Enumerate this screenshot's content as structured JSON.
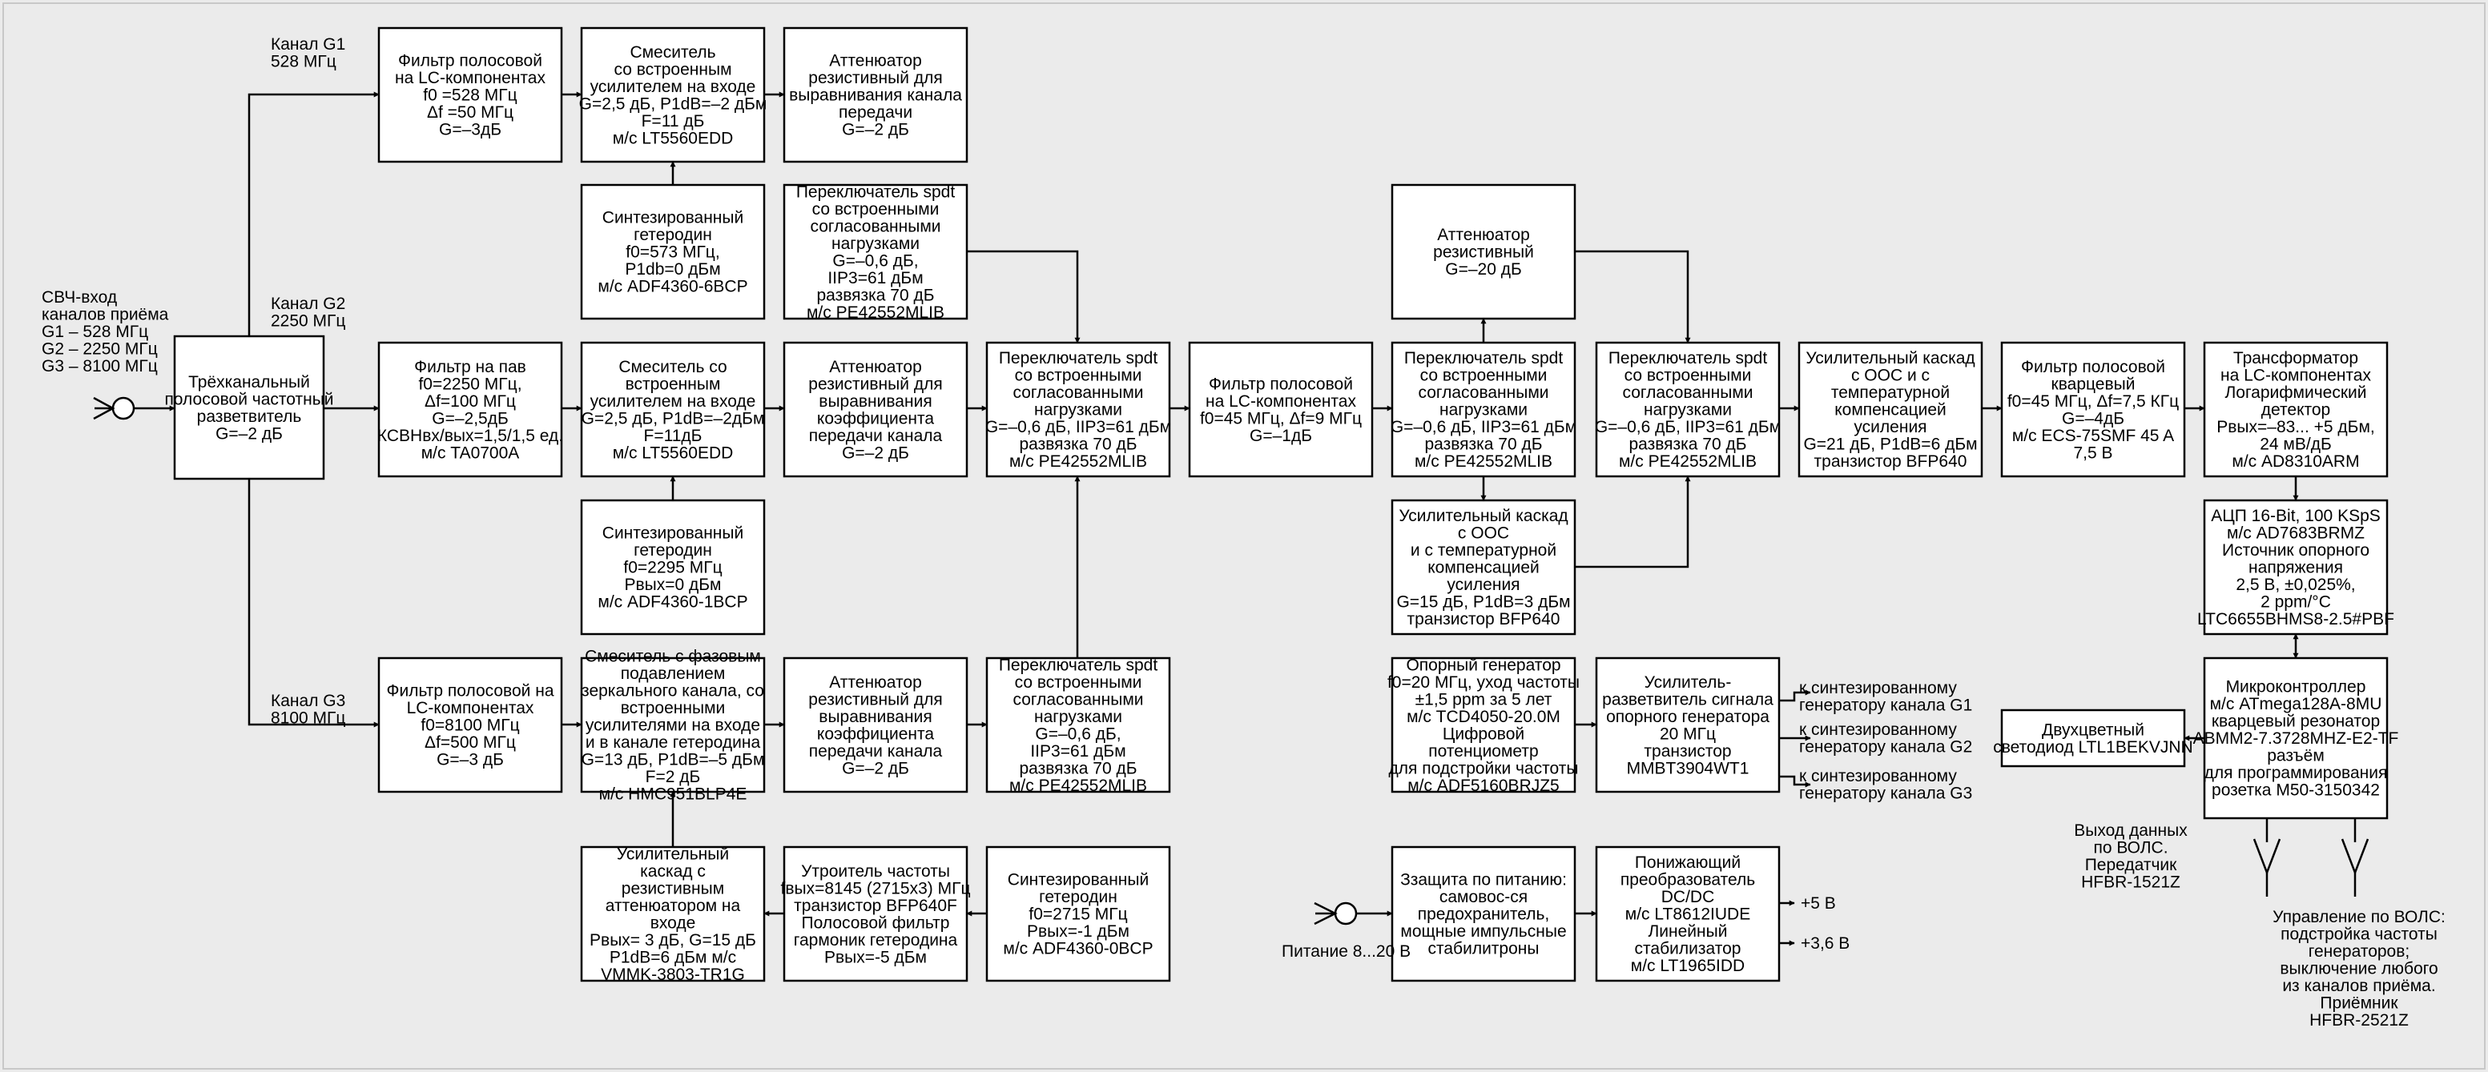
{
  "colors": {
    "background": "#ebebeb",
    "box_fill": "#ffffff",
    "line": "#000000"
  },
  "input": {
    "lines": [
      "СВЧ-вход",
      "каналов приёма",
      "G1 – 528 МГц",
      "G2 – 2250 МГц",
      "G3 – 8100 МГц"
    ]
  },
  "channels": {
    "g1": [
      "Канал G1",
      "528 МГц"
    ],
    "g2": [
      "Канал G2",
      "2250 МГц"
    ],
    "g3": [
      "Канал G3",
      "8100 МГц"
    ]
  },
  "power_label": "Питание 8...20 В",
  "data_out": [
    "Выход данных",
    "по ВОЛС.",
    "Передатчик",
    "HFBR-1521Z"
  ],
  "control": [
    "Управление по ВОЛС:",
    "подстройка частоты",
    "генераторов;",
    "выключение любого",
    "из каналов приёма.",
    "Приёмник",
    "HFBR-2521Z"
  ],
  "outputs": {
    "ch1": [
      "к синтезированному",
      "генератору канала G1"
    ],
    "ch2": [
      "к синтезированному",
      "генератору канала G2"
    ],
    "ch3": [
      "к синтезированному",
      "генератору канала G3"
    ],
    "v5": "+5 В",
    "v36": "+3,6 В"
  },
  "blocks": {
    "splitter": [
      "Трёхканальный",
      "полосовой частотный",
      "разветвитель",
      "G=–2 дБ"
    ],
    "filt_g1": [
      "Фильтр полосовой",
      "на LC-компонентах",
      "f0 =528 МГц",
      "Δf =50 МГц",
      "G=–3дБ"
    ],
    "mix_g1": [
      "Смеситель",
      "со встроенным",
      "усилителем на входе",
      "G=2,5 дБ, P1dB=–2 дБм",
      "F=11 дБ",
      "м/с LT5560EDD"
    ],
    "att_g1": [
      "Аттенюатор",
      "резистивный для",
      "выравнивания канала",
      "передачи",
      "G=–2 дБ"
    ],
    "lo_g1": [
      "Синтезированный",
      "гетеродин",
      "f0=573 МГц,",
      "P1db=0 дБм",
      "м/с ADF4360-6BCP"
    ],
    "sw_top": [
      "Переключатель spdt",
      "со встроенными",
      "согласованными",
      "нагрузками",
      "G=–0,6 дБ,",
      "IIP3=61 дБм",
      "развязка 70 дБ",
      "м/с PE42552MLIB"
    ],
    "filt_g2": [
      "Фильтр на пав",
      "f0=2250 МГц,",
      "Δf=100 МГц",
      "G=–2,5дБ",
      "КСВНвх/вых=1,5/1,5 ед.",
      "м/с TA0700A"
    ],
    "mix_g2": [
      "Смеситель со",
      "встроенным",
      "усилителем на входе",
      "G=2,5 дБ, P1dB=–2дБм",
      "F=11дБ",
      "м/с LT5560EDD"
    ],
    "att_g2": [
      "Аттенюатор",
      "резистивный для",
      "выравнивания",
      "коэффициента",
      "передачи канала",
      "G=–2 дБ"
    ],
    "lo_g2": [
      "Синтезированный",
      "гетеродин",
      "f0=2295 МГц",
      "Pвых=0 дБм",
      "м/с ADF4360-1BCP"
    ],
    "sw_mid": [
      "Переключатель spdt",
      "со встроенными",
      "согласованными",
      "нагрузками",
      "G=–0,6 дБ, IIP3=61 дБм",
      "развязка 70 дБ",
      "м/с PE42552MLIB"
    ],
    "filt_if": [
      "Фильтр полосовой",
      "на LC-компонентах",
      "f0=45 МГц, Δf=9 МГц",
      "G=–1дБ"
    ],
    "att_top": [
      "Аттенюатор",
      "резистивный",
      "G=–20 дБ"
    ],
    "sw_a": [
      "Переключатель spdt",
      "со встроенными",
      "согласованными",
      "нагрузками",
      "G=–0,6 дБ, IIP3=61 дБм",
      "развязка 70 дБ",
      "м/с PE42552MLIB"
    ],
    "amp_ooc": [
      "Усилительный каскад",
      "с ООС",
      "и с температурной",
      "компенсацией",
      "усиления",
      "G=15 дБ, P1dB=3 дБм",
      "транзистор BFP640"
    ],
    "sw_b": [
      "Переключатель spdt",
      "со встроенными",
      "согласованными",
      "нагрузками",
      "G=–0,6 дБ, IIP3=61 дБм",
      "развязка 70 дБ",
      "м/с PE42552MLIB"
    ],
    "amp2": [
      "Усилительный каскад",
      "с ООС и с",
      "температурной",
      "компенсацией",
      "усиления",
      "G=21 дБ, P1dB=6 дБм",
      "транзистор BFP640"
    ],
    "filt_q": [
      "Фильтр полосовой",
      "кварцевый",
      "f0=45 МГц, Δf=7,5 КГц",
      "G=–4дБ",
      "м/с ECS-75SMF 45 A",
      "7,5 B"
    ],
    "detector": [
      "Трансформатор",
      "на LC-компонентах",
      "Логарифмический",
      "детектор",
      "Pвых=–83... +5 дБм,",
      "24 мВ/дБ",
      "м/с AD8310ARM"
    ],
    "adc": [
      "АЦП 16-Bit, 100 KSpS",
      "м/с AD7683BRMZ",
      "Источник опорного",
      "напряжения",
      "2,5 В, ±0,025%,",
      "2 ppm/°С",
      "LTC6655BHMS8-2.5#PBF"
    ],
    "filt_g3": [
      "Фильтр полосовой на",
      "LC-компонентах",
      "f0=8100 МГц",
      "Δf=500 МГц",
      "G=–3 дБ"
    ],
    "mix_g3": [
      "Смеситель с фазовым",
      "подавлением",
      "зеркального канала, со",
      "встроенными",
      "усилителями на входе",
      "и в канале гетеродина",
      "G=13 дБ, P1dB=–5 дБм",
      "F=2 дБ",
      "м/с HMC951BLP4E"
    ],
    "att_g3": [
      "Аттенюатор",
      "резистивный для",
      "выравнивания",
      "коэффициента",
      "передачи канала",
      "G=–2 дБ"
    ],
    "sw_g3": [
      "Переключатель spdt",
      "со встроенными",
      "согласованными",
      "нагрузками",
      "G=–0,6 дБ,",
      "IIP3=61 дБм",
      "развязка 70 дБ",
      "м/с PE42552MLIB"
    ],
    "amp_lo3": [
      "Усилительный",
      "каскад с",
      "резистивным",
      "аттенюатором на",
      "входе",
      "Pвых= 3 дБ, G=15 дБ",
      "P1dB=6 дБм м/с",
      "VMMK-3803-TR1G"
    ],
    "tripler": [
      "Утроитель частоты",
      "fвых=8145 (2715x3) МГц",
      "транзистор BFP640F",
      "Полосовой фильтр",
      "гармоник гетеродина",
      "Pвых=-5 дБм"
    ],
    "lo_g3": [
      "Синтезированный",
      "гетеродин",
      "f0=2715 МГц",
      "Pвых=-1 дБм",
      "м/с ADF4360-0BCP"
    ],
    "ref_osc": [
      "Опорный генератор",
      "f0=20 МГц, уход частоты",
      "±1,5 ppm за 5 лет",
      "м/с TCD4050-20.0M",
      "Цифровой",
      "потенциометр",
      "для подстройки частоты",
      "м/с ADF5160BRJZ5"
    ],
    "ref_amp": [
      "Усилитель-",
      "разветвитель сигнала",
      "опорного генератора",
      "20 МГц",
      "транзистор",
      "MMBT3904WT1"
    ],
    "mcu": [
      "Микроконтроллер",
      "м/с ATmega128A-8MU",
      "кварцевый резонатор",
      "ABMM2-7.3728MHZ-E2-TF",
      "разъём",
      "для программирования",
      "розетка M50-3150342"
    ],
    "led": [
      "Двухцветный",
      "светодиод LTL1BEKVJNN"
    ],
    "protect": [
      "Ззащита по питанию:",
      "самовос-ся",
      "предохранитель,",
      "мощные импульсные",
      "стабилитроны"
    ],
    "dcdc": [
      "Понижающий",
      "преобразователь",
      "DC/DC",
      "м/с LT8612IUDE",
      "Линейный",
      "стабилизатор",
      "м/с LT1965IDD"
    ]
  }
}
